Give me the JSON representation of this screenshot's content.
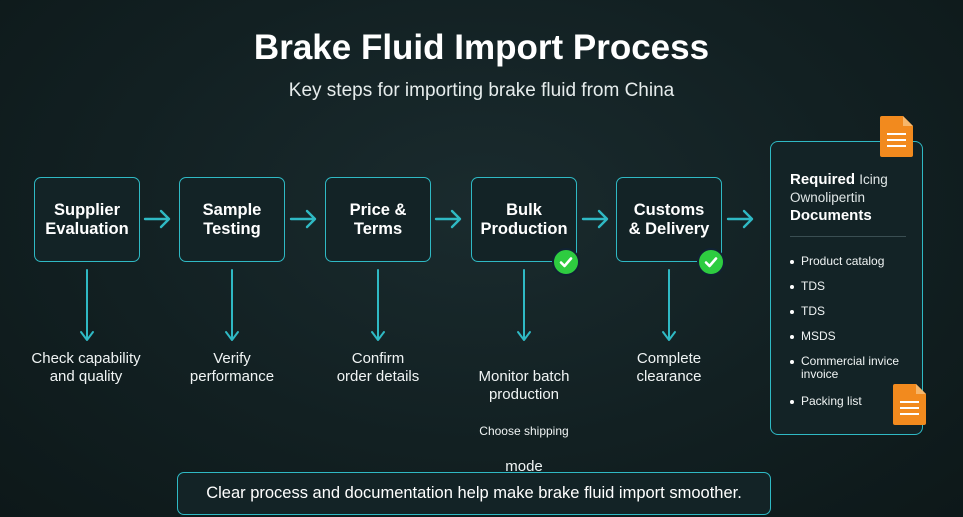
{
  "header": {
    "title": "Brake Fluid Import Process",
    "subtitle": "Key steps for importing brake fluid from China"
  },
  "steps": [
    {
      "label": "Supplier\nEvaluation",
      "description": "Check capability\nand quality",
      "checked": false
    },
    {
      "label": "Sample\nTesting",
      "description": "Verify\nperformance",
      "checked": false
    },
    {
      "label": "Price &\nTerms",
      "description": "Confirm\norder details",
      "checked": false
    },
    {
      "label": "Bulk\nProduction",
      "description": "Monitor batch\nproduction",
      "description_small": "Choose shipping",
      "description_extra": "mode",
      "checked": true
    },
    {
      "label": "Customs\n& Delivery",
      "description": "Complete\nclearance",
      "checked": true
    }
  ],
  "documents_panel": {
    "title_line1": "Required",
    "title_garble1": "Icing",
    "title_garble2": "Ownolipertin",
    "title_line3": "Documents",
    "items": [
      {
        "text": "Product catalog"
      },
      {
        "text": "TDS"
      },
      {
        "text": "TDS"
      },
      {
        "text": "MSDS"
      },
      {
        "text": "Commercial invice\ninvoice"
      },
      {
        "text": "Packing list"
      }
    ]
  },
  "footer": {
    "text": "Clear process and documentation help make brake fluid import smoother."
  },
  "colors": {
    "accent": "#2fb9c4",
    "check": "#2ecc40",
    "document_icon": "#f28a1e",
    "background": "#122022"
  },
  "icons": [
    "arrow-right-icon",
    "arrow-down-icon",
    "check-icon",
    "document-icon"
  ]
}
